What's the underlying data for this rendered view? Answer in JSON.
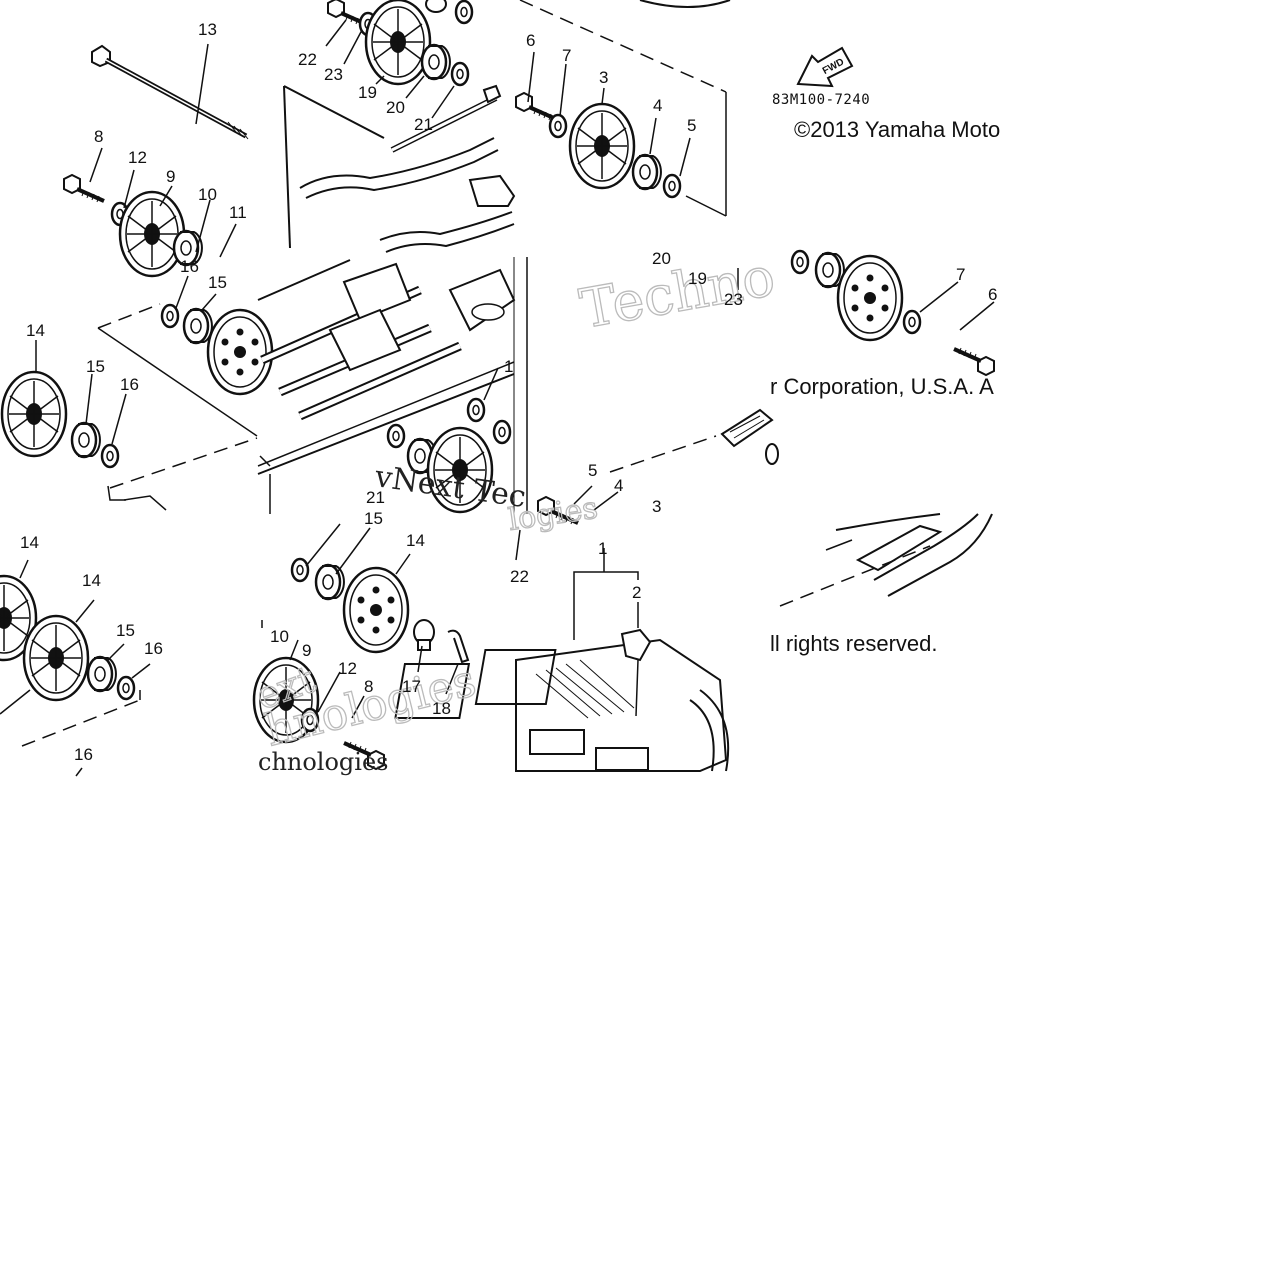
{
  "diagram": {
    "part_code": "83M100-7240",
    "fwd_label": "FWD",
    "copyright_line_1": "©2013 Yamaha Moto",
    "copyright_line_2": "r Corporation, U.S.A. A",
    "copyright_line_3": "ll rights reserved.",
    "watermarks": [
      "Techno",
      "vNext Tec",
      "hnologies",
      "chnologies",
      "ext",
      "logies"
    ],
    "callouts": [
      {
        "id": "c-13",
        "text": "13"
      },
      {
        "id": "c-22",
        "text": "22"
      },
      {
        "id": "c-23",
        "text": "23"
      },
      {
        "id": "c-19",
        "text": "19"
      },
      {
        "id": "c-20",
        "text": "20"
      },
      {
        "id": "c-21",
        "text": "21"
      },
      {
        "id": "c-6",
        "text": "6"
      },
      {
        "id": "c-7",
        "text": "7"
      },
      {
        "id": "c-3",
        "text": "3"
      },
      {
        "id": "c-4",
        "text": "4"
      },
      {
        "id": "c-5",
        "text": "5"
      },
      {
        "id": "c-8",
        "text": "8"
      },
      {
        "id": "c-12",
        "text": "12"
      },
      {
        "id": "c-9",
        "text": "9"
      },
      {
        "id": "c-10",
        "text": "10"
      },
      {
        "id": "c-11",
        "text": "11"
      },
      {
        "id": "c-16a",
        "text": "16"
      },
      {
        "id": "c-15a",
        "text": "15"
      },
      {
        "id": "c-14a",
        "text": "14"
      },
      {
        "id": "c-15b",
        "text": "15"
      },
      {
        "id": "c-16b",
        "text": "16"
      },
      {
        "id": "c-20b",
        "text": "20"
      },
      {
        "id": "c-19b",
        "text": "19"
      },
      {
        "id": "c-23b",
        "text": "23"
      },
      {
        "id": "c-7b",
        "text": "7"
      },
      {
        "id": "c-6b",
        "text": "6"
      },
      {
        "id": "c-1a",
        "text": "1"
      },
      {
        "id": "c-21b",
        "text": "21"
      },
      {
        "id": "c-5b",
        "text": "5"
      },
      {
        "id": "c-4b",
        "text": "4"
      },
      {
        "id": "c-3b",
        "text": "3"
      },
      {
        "id": "c-14b",
        "text": "14"
      },
      {
        "id": "c-14c",
        "text": "14"
      },
      {
        "id": "c-15c",
        "text": "15"
      },
      {
        "id": "c-16c",
        "text": "16"
      },
      {
        "id": "c-16d",
        "text": "16"
      },
      {
        "id": "c-15d",
        "text": "15"
      },
      {
        "id": "c-14d",
        "text": "14"
      },
      {
        "id": "c-10b",
        "text": "10"
      },
      {
        "id": "c-9b",
        "text": "9"
      },
      {
        "id": "c-12b",
        "text": "12"
      },
      {
        "id": "c-8b",
        "text": "8"
      },
      {
        "id": "c-17",
        "text": "17"
      },
      {
        "id": "c-18",
        "text": "18"
      },
      {
        "id": "c-1b",
        "text": "1"
      },
      {
        "id": "c-2",
        "text": "2"
      },
      {
        "id": "c-22b",
        "text": "22"
      }
    ]
  }
}
